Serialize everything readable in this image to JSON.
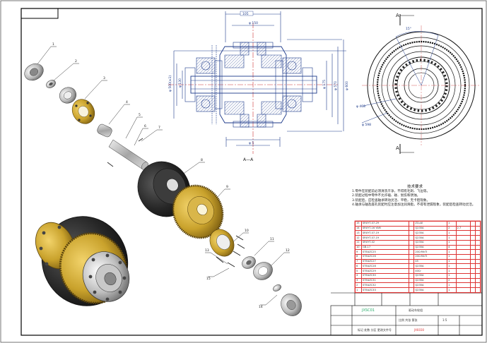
{
  "drawing": {
    "section_label": "A—A",
    "view_letter_top": "A",
    "view_letter_bottom": "A",
    "dims": {
      "top_width": "105",
      "d1": "φ 150",
      "d2": "φ 500(±1)",
      "d3": "φ 130",
      "d4": "φ 175",
      "d5": "φ 570",
      "d6": "φ 600",
      "d7": "φ 5",
      "r1": "φ 468",
      "r2": "φ 598",
      "angle": "15°"
    },
    "balloons": [
      "1",
      "2",
      "3",
      "4",
      "5",
      "6",
      "7",
      "8",
      "9",
      "10",
      "11",
      "12",
      "13",
      "14",
      "15"
    ]
  },
  "notes": {
    "title": "技术要求",
    "lines": [
      "1.零件在装配前必须清洗干净，不得有毛刺、飞边等。",
      "2.装配过程中零件不允许磕、碰、划伤和锈蚀。",
      "3.装配后，应检查轴承转动灵活、平稳，无卡阻现象。",
      "4.轴承与轴及座孔装配时应注意加注润滑脂，不得有泄漏现象，装配后检查转动灵活。"
    ]
  },
  "bom": {
    "rows": [
      [
        "15",
        "SRXYT-07-29",
        "",
        "ZCuAl",
        "1",
        "",
        "",
        ""
      ],
      [
        "14",
        "SRXYT-16 YAM",
        "",
        "Q235A",
        "2",
        "2.7",
        "",
        ""
      ],
      [
        "13",
        "SRXYT-07-19",
        "",
        "Q235A",
        "1",
        "",
        "",
        ""
      ],
      [
        "12",
        "SRXYT-07-19",
        "",
        "Q235A",
        "1",
        "",
        "",
        ""
      ],
      [
        "11",
        "SRXYT-02",
        "",
        "Q235A",
        "1",
        "",
        "",
        ""
      ],
      [
        "10",
        "GB-17",
        "",
        "Q235A",
        "4",
        "",
        "",
        ""
      ],
      [
        "9",
        "STEAZC25",
        "",
        "20CrMnTi",
        "1",
        "",
        "",
        ""
      ],
      [
        "8",
        "STEAZC26",
        "",
        "20CrMnTi",
        "1",
        "",
        "",
        ""
      ],
      [
        "7",
        "STEAZC27",
        "",
        "45",
        "1",
        "",
        "",
        ""
      ],
      [
        "6",
        "STEAZC28",
        "",
        "Q235A",
        "1",
        "",
        "",
        ""
      ],
      [
        "5",
        "STEAZC29",
        "",
        "40Cr",
        "1",
        "",
        "",
        ""
      ],
      [
        "4",
        "STEAZC30",
        "",
        "Q235A",
        "1",
        "",
        "",
        ""
      ],
      [
        "3",
        "STEAZC31",
        "",
        "Q235A",
        "2",
        "",
        "",
        ""
      ],
      [
        "2",
        "STEAZC32",
        "",
        "Q235A",
        "1",
        "",
        "",
        ""
      ],
      [
        "1",
        "STEAZC33",
        "",
        "Q235A",
        "1",
        "",
        "",
        ""
      ]
    ]
  },
  "titleblock": {
    "name": "驱动车轮组",
    "code": "JXSC01",
    "drawing_no": "JX6030",
    "scale_note": "1:5",
    "company": "比例 共张 第张",
    "footer": "标记 处数 分区 更改文件号"
  },
  "colors": {
    "gold": "#c9a22c",
    "dark_wheel": "#2b2b2b",
    "bom_border": "#d33333",
    "blueprint": "#1d3a8a"
  }
}
